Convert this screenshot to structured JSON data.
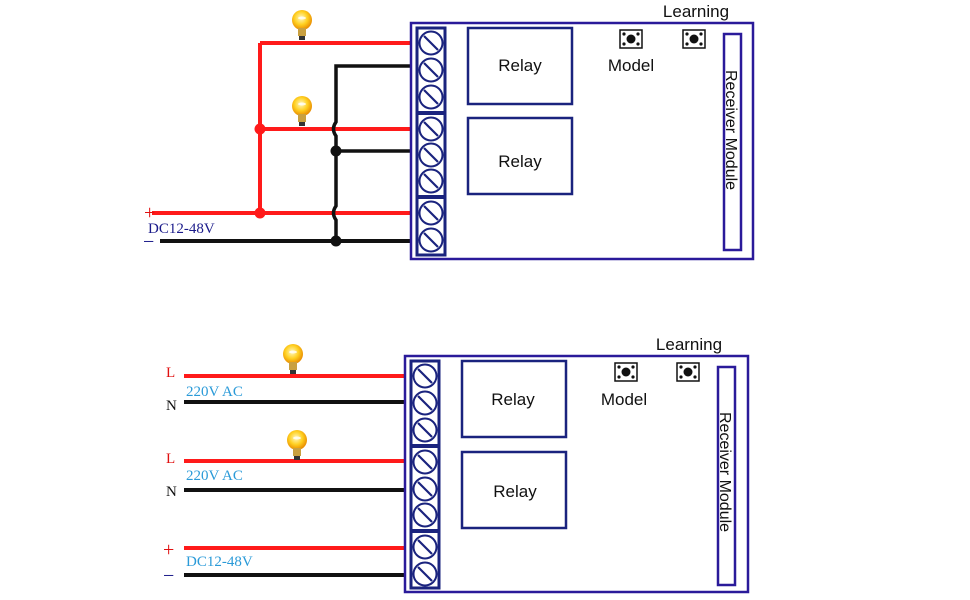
{
  "colors": {
    "positive_wire": "#ff1a1a",
    "negative_wire": "#111111",
    "module_border": "#2a1a9a",
    "terminal": "#1a237e",
    "red_label": "#e01010",
    "blue_label": "#1a1a8a",
    "cyan_label": "#2a9ad8"
  },
  "diagram_top": {
    "module_label": "Receiver Module",
    "learning_label": "Learning",
    "model_label": "Model",
    "relay1_label": "Relay",
    "relay2_label": "Relay",
    "plus_symbol": "+",
    "minus_symbol": "−",
    "power_label": "DC12-48V"
  },
  "diagram_bottom": {
    "module_label": "Receiver Module",
    "learning_label": "Learning",
    "model_label": "Model",
    "relay1_label": "Relay",
    "relay2_label": "Relay",
    "line1_L": "L",
    "line1_N": "N",
    "line1_voltage": "220V AC",
    "line2_L": "L",
    "line2_N": "N",
    "line2_voltage": "220V AC",
    "plus_symbol": "+",
    "minus_symbol": "−",
    "power_label": "DC12-48V"
  }
}
